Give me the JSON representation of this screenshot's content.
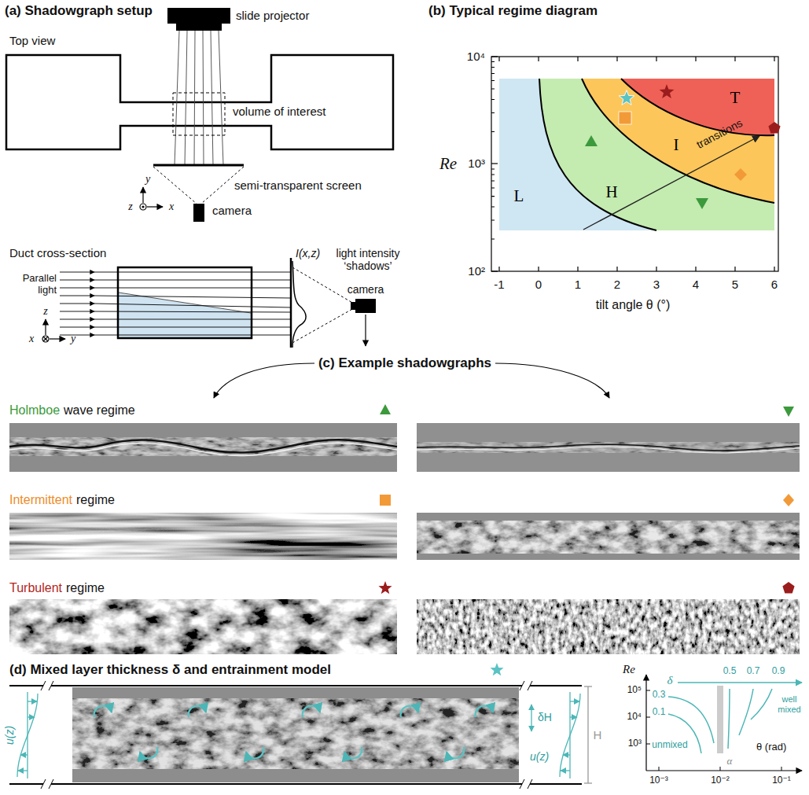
{
  "diagram": {
    "nodes": [
      {
        "text": [
          "L"
        ]
      },
      {
        "text": [
          "H"
        ]
      },
      {
        "text": [
          "I"
        ]
      },
      {
        "text": [
          "T"
        ]
      }
    ],
    "labels": [
      "(a) Shadowgraph setup",
      "Top view",
      "slide projector",
      "volume of interest",
      "semi-transparent screen",
      "camera",
      "y",
      "z",
      "x",
      "Duct cross-section",
      "Parallel light",
      "I(x,z)",
      "light intensity ‘shadows’",
      "camera",
      "z",
      "x",
      "y",
      "(b) Typical regime diagram",
      "10⁴",
      "10³",
      "10²",
      "Re",
      "-1",
      "0",
      "1",
      "2",
      "3",
      "4",
      "5",
      "6",
      "tilt angle θ (°)",
      "transitions",
      "(c) Example shadowgraphs",
      "Holmboe",
      "wave regime",
      "Intermittent",
      "regime",
      "Turbulent",
      "regime",
      "(d) Mixed layer thickness δ and entrainment model",
      "u(z)",
      "δH",
      "H",
      "u(z)",
      "Re",
      "10⁵",
      "10⁴",
      "10³",
      "δ",
      "0.5",
      "0.7",
      "0.9",
      "0.3",
      "0.1",
      "well mixed",
      "unmixed",
      "θ (rad)",
      "α",
      "10⁻³",
      "10⁻²",
      "10⁻¹"
    ]
  }
}
